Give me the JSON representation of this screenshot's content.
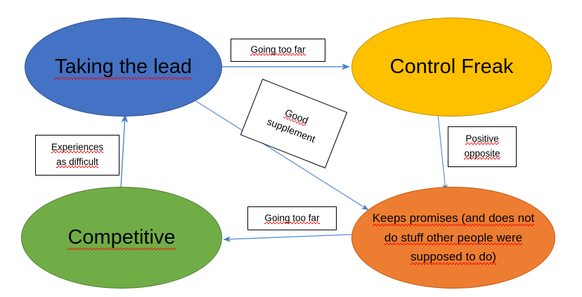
{
  "diagram": {
    "title": "Taking the lead / Control Freak / Competitive / Keeps promises relationship diagram",
    "background": "#ffffff",
    "nodes": [
      {
        "id": "taking-the-lead",
        "label": "Taking the lead",
        "fill": "#4472C4",
        "stroke": "#2F528F",
        "spellcheck_underline": true
      },
      {
        "id": "control-freak",
        "label": "Control Freak",
        "fill": "#FFC000",
        "stroke": "#BF9000",
        "spellcheck_underline": false
      },
      {
        "id": "competitive",
        "label": "Competitive",
        "fill": "#70AD47",
        "stroke": "#507E32",
        "spellcheck_underline": true
      },
      {
        "id": "keeps-promises",
        "label": "Keeps promises (and does not do stuff other people were supposed to do)",
        "line1": "Keeps promises (and does not",
        "line2": "do stuff other people were",
        "line3": "supposed to do)",
        "fill": "#ED7D31",
        "stroke": "#C55A11",
        "spellcheck_underline": true
      }
    ],
    "edge_labels": [
      {
        "id": "going-too-far-top",
        "text": "Going too far",
        "from": "taking-the-lead",
        "to": "control-freak",
        "rotation_deg": 0
      },
      {
        "id": "good-supplement",
        "text": "Good supplement",
        "line1": "Good",
        "line2": "supplement",
        "from": "taking-the-lead",
        "to": "keeps-promises",
        "rotation_deg": 21.5
      },
      {
        "id": "positive-opposite",
        "text": "Positive opposite",
        "line1": "Positive",
        "line2": "opposite",
        "from": "control-freak",
        "to": "keeps-promises",
        "rotation_deg": 0
      },
      {
        "id": "going-too-far-bottom",
        "text": "Going too far",
        "from": "keeps-promises",
        "to": "competitive",
        "rotation_deg": 0
      },
      {
        "id": "experiences-as-difficult",
        "text": "Experiences as difficult",
        "line1": "Experiences",
        "line2": "as difficult",
        "from": "competitive",
        "to": "taking-the-lead",
        "rotation_deg": 0
      }
    ],
    "arrow_color": "#5B8FD4",
    "arrows": [
      {
        "id": "arrow-lead-to-freak",
        "from": "taking-the-lead",
        "to": "control-freak"
      },
      {
        "id": "arrow-lead-to-promises",
        "from": "taking-the-lead",
        "to": "keeps-promises"
      },
      {
        "id": "arrow-freak-to-promises",
        "from": "control-freak",
        "to": "keeps-promises"
      },
      {
        "id": "arrow-promises-to-compet",
        "from": "keeps-promises",
        "to": "competitive"
      },
      {
        "id": "arrow-compet-to-lead",
        "from": "competitive",
        "to": "taking-the-lead"
      }
    ]
  }
}
